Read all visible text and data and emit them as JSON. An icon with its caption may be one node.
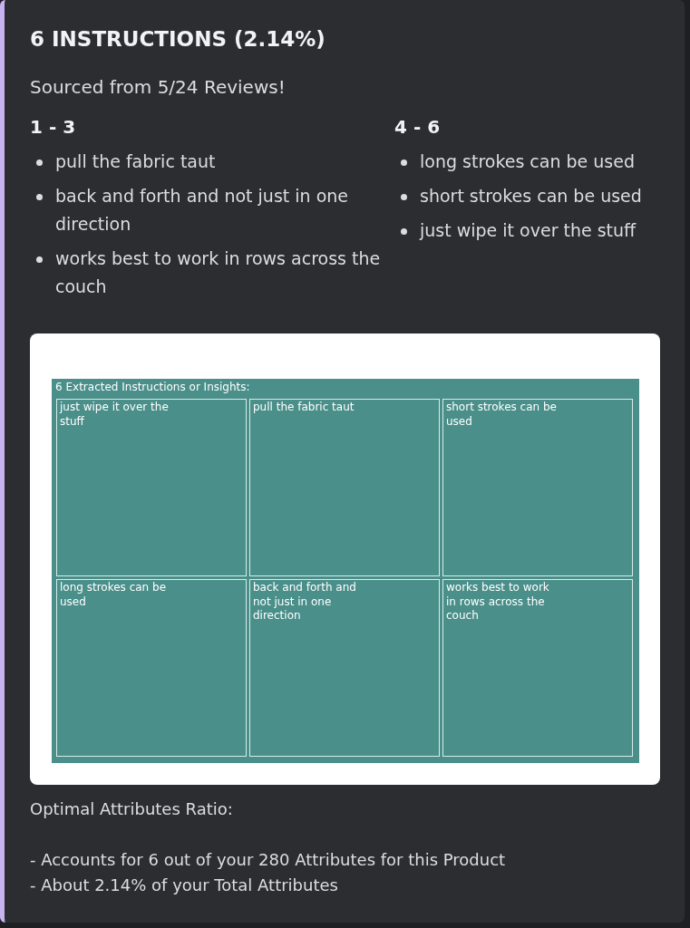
{
  "diagram": {
    "title": "6 INSTRUCTIONS (2.14%)",
    "nodes": [
      {
        "text": [
          "6 Extracted Instructions or Insights:"
        ]
      },
      {
        "text": [
          "just wipe it over the stuff"
        ],
        "in": 0
      },
      {
        "text": [
          "pull the fabric taut"
        ],
        "in": 0
      },
      {
        "text": [
          "short strokes can be used"
        ],
        "in": 0
      },
      {
        "text": [
          "long strokes can be used"
        ],
        "in": 0
      },
      {
        "text": [
          "back and forth and not just in one direction"
        ],
        "in": 0
      },
      {
        "text": [
          "works best to work in rows across the couch"
        ],
        "in": 0
      }
    ],
    "labels": [
      "Sourced from 5/24 Reviews!",
      "1 - 3",
      "4 - 6",
      "pull the fabric taut",
      "long strokes can be used",
      "back and forth and not just in one direction",
      "short strokes can be used",
      "works best to work in rows across the couch",
      "just wipe it over the stuff",
      "Optimal Attributes Ratio:",
      "- Accounts for 6 out of your 280 Attributes for this Product",
      "- About 2.14% of your Total Attributes"
    ]
  }
}
